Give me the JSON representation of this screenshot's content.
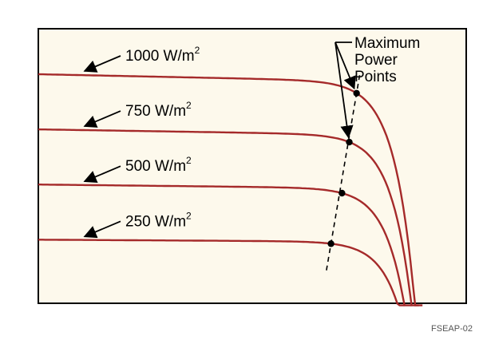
{
  "chart_data": {
    "type": "line",
    "title": "",
    "xlabel": "",
    "ylabel": "",
    "grid": false,
    "colors": {
      "curve": "#a52a2a",
      "background": "#fdf9ec",
      "frame": "#000000",
      "mpp_line": "#000000"
    },
    "series": [
      {
        "name": "1000 W/m",
        "sup": "2",
        "isc": 0.86,
        "vmpp": 0.87,
        "voc": 1.03
      },
      {
        "name": "750 W/m",
        "sup": "2",
        "isc": 0.65,
        "vmpp": 0.85,
        "voc": 1.02
      },
      {
        "name": "500 W/m",
        "sup": "2",
        "isc": 0.44,
        "vmpp": 0.83,
        "voc": 1.0
      },
      {
        "name": "250 W/m",
        "sup": "2",
        "isc": 0.23,
        "vmpp": 0.8,
        "voc": 0.98
      }
    ],
    "annotation": {
      "lines": [
        "Maximum",
        "Power",
        "Points"
      ]
    }
  },
  "figure_id": "FSEAP-02"
}
